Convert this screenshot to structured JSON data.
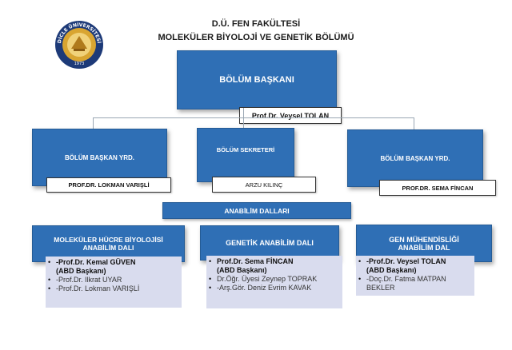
{
  "header": {
    "line1": "D.Ü. FEN FAKÜLTESİ",
    "line2": "MOLEKÜLER BİYOLOJİ VE GENETİK BÖLÜMÜ"
  },
  "logo": {
    "seal_text": "DİCLE ÜNİVERSİTESİ",
    "year": "1973"
  },
  "head": {
    "role": "BÖLÜM BAŞKANI",
    "name": "Prof.Dr. Veysel TOLAN"
  },
  "deputies": [
    {
      "role": "BÖLÜM BAŞKAN YRD.",
      "name": "PROF.DR. LOKMAN VARIŞLİ"
    },
    {
      "role": "BÖLÜM SEKRETERİ",
      "name": "ARZU KILINÇ"
    },
    {
      "role": "BÖLÜM BAŞKAN YRD.",
      "name": "PROF.DR. SEMA FİNCAN"
    }
  ],
  "departments_header": "ANABİLİM DALLARI",
  "departments": [
    {
      "title_line1": "MOLEKÜLER HÜCRE BİYOLOJİSİ",
      "title_line2": "ANABİLİM DALI",
      "members": [
        {
          "bullet": "•",
          "line1": "-Prof.Dr. Kemal GÜVEN",
          "line2": "(ABD Başkanı)"
        },
        {
          "bullet": "•",
          "line1": "-Prof.Dr. Ilkrat UYAR"
        },
        {
          "bullet": "•",
          "line1": "-Prof.Dr. Lokman VARIŞLİ"
        }
      ]
    },
    {
      "title_line1": "GENETİK ANABİLİM DALI",
      "title_line2": "",
      "members": [
        {
          "bullet": "•",
          "line1": "Prof.Dr. Sema FİNCAN",
          "line2": "(ABD Başkanı)"
        },
        {
          "bullet": "•",
          "line1": "Dr.Öğr. Üyesi Zeynep TOPRAK"
        },
        {
          "bullet": "•",
          "line1": "-Arş.Gör. Deniz Evrim KAVAK"
        }
      ]
    },
    {
      "title_line1": "GEN MÜHENDİSLİĞİ",
      "title_line2": "ANABİLİM DAL",
      "members": [
        {
          "bullet": "•",
          "line1": "-Prof.Dr. Veysel TOLAN",
          "line2": "(ABD Başkanı)"
        },
        {
          "bullet": "•",
          "line1": "-Doç.Dr. Fatma MATPAN",
          "line2": "BEKLER"
        }
      ]
    }
  ]
}
